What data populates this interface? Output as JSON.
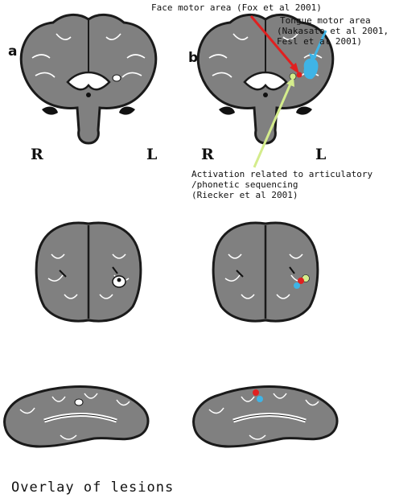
{
  "panels": {
    "a": "a",
    "b": "b"
  },
  "orientation": {
    "right": "R",
    "left": "L"
  },
  "annotations": {
    "face_motor": "Face motor area (Fox et al 2001)",
    "tongue_motor": [
      "Tongue motor area",
      "(Nakasato et al 2001,",
      "Fesl et al 2001)"
    ],
    "articulatory": [
      "Activation related to articulatory",
      "/phonetic sequencing",
      "(Riecker et al 2001)"
    ]
  },
  "caption": "Overlay of lesions",
  "colors": {
    "tissue": "#808080",
    "outline": "#1a1a1a",
    "face_motor": "#e02020",
    "tongue_motor": "#3fb4e6",
    "articulatory": "#d4ec8c",
    "lesion": "#ffffff"
  },
  "icons": {
    "coronal": "coronal-brain-slice",
    "axial": "axial-brain-slice",
    "sagittal": "sagittal-brain-slice"
  }
}
